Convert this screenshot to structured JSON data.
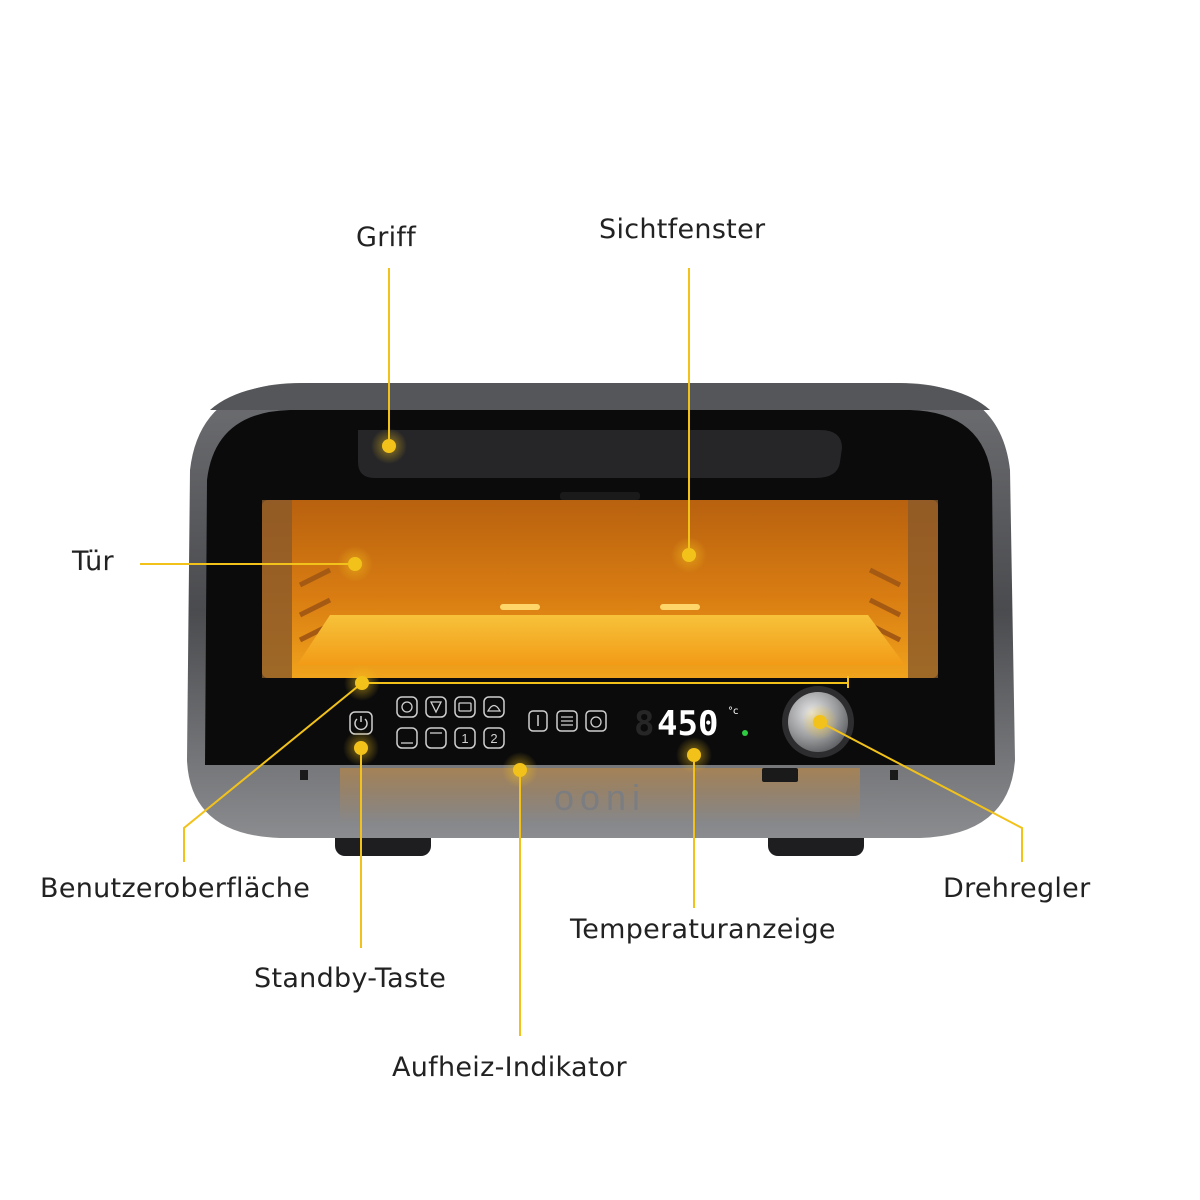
{
  "labels": {
    "griff": "Griff",
    "sichtfenster": "Sichtfenster",
    "tuer": "Tür",
    "benutzeroberflaeche": "Benutzeroberfläche",
    "standby": "Standby-Taste",
    "aufheiz": "Aufheiz-Indikator",
    "temperaturanzeige": "Temperaturanzeige",
    "drehregler": "Drehregler"
  },
  "display": {
    "ghost_digit": "8",
    "temperature": "450",
    "unit": "°c"
  },
  "panel_buttons": {
    "preset_1": "1",
    "preset_2": "2"
  },
  "brand": "ooni",
  "colors": {
    "callout": "#f2c21b",
    "oven_glow": "#f5a21a",
    "body": "#2a2a2c",
    "display_text": "#ffffff",
    "status_led": "#2ecc40"
  }
}
